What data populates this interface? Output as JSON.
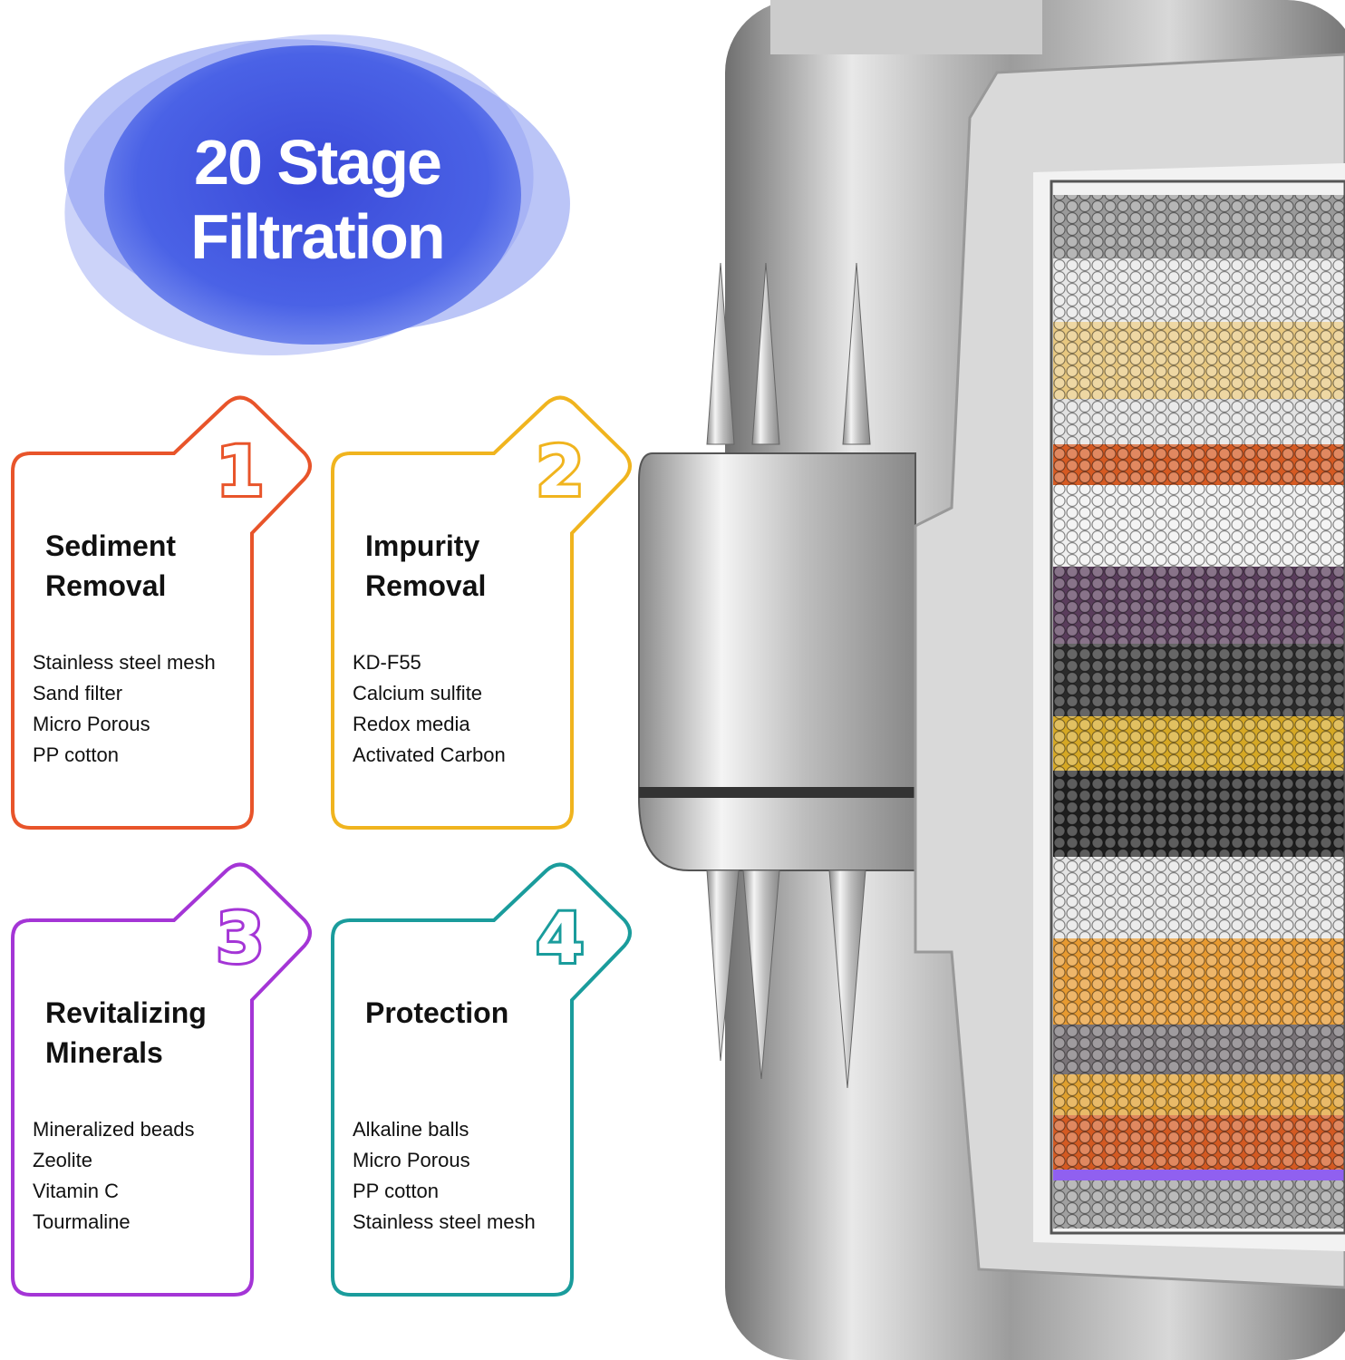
{
  "title": {
    "line1": "20 Stage",
    "line2": "Filtration"
  },
  "cards": [
    {
      "number": "1",
      "title_line1": "Sediment",
      "title_line2": "Removal",
      "color": "#e8542a",
      "items": [
        "Stainless steel mesh",
        "Sand filter",
        "Micro Porous",
        "PP cotton"
      ]
    },
    {
      "number": "2",
      "title_line1": "Impurity",
      "title_line2": "Removal",
      "color": "#f0b41e",
      "items": [
        "KD-F55",
        "Calcium sulfite",
        "Redox media",
        "Activated Carbon"
      ]
    },
    {
      "number": "3",
      "title_line1": "Revitalizing",
      "title_line2": "Minerals",
      "color": "#a435d6",
      "items": [
        "Mineralized beads",
        "Zeolite",
        "Vitamin C",
        "Tourmaline"
      ]
    },
    {
      "number": "4",
      "title_line1": "Protection",
      "title_line2": "",
      "color": "#1a9c9c",
      "items": [
        "Alkaline balls",
        "Micro Porous",
        "PP cotton",
        "Stainless steel mesh"
      ]
    }
  ],
  "filter_layers": [
    "#9a9a9a",
    "#e6e6e6",
    "#e8c880",
    "#e2e2e2",
    "#d65a22",
    "#f0f0f0",
    "#5a3d5c",
    "#2b2b2b",
    "#d6a824",
    "#1e1e1e",
    "#e4e4e4",
    "#e89a30",
    "#7a7478",
    "#e0a02e",
    "#d45a22",
    "#9060f0",
    "#a0a0a0"
  ],
  "brand_blue": "#3f55e0"
}
